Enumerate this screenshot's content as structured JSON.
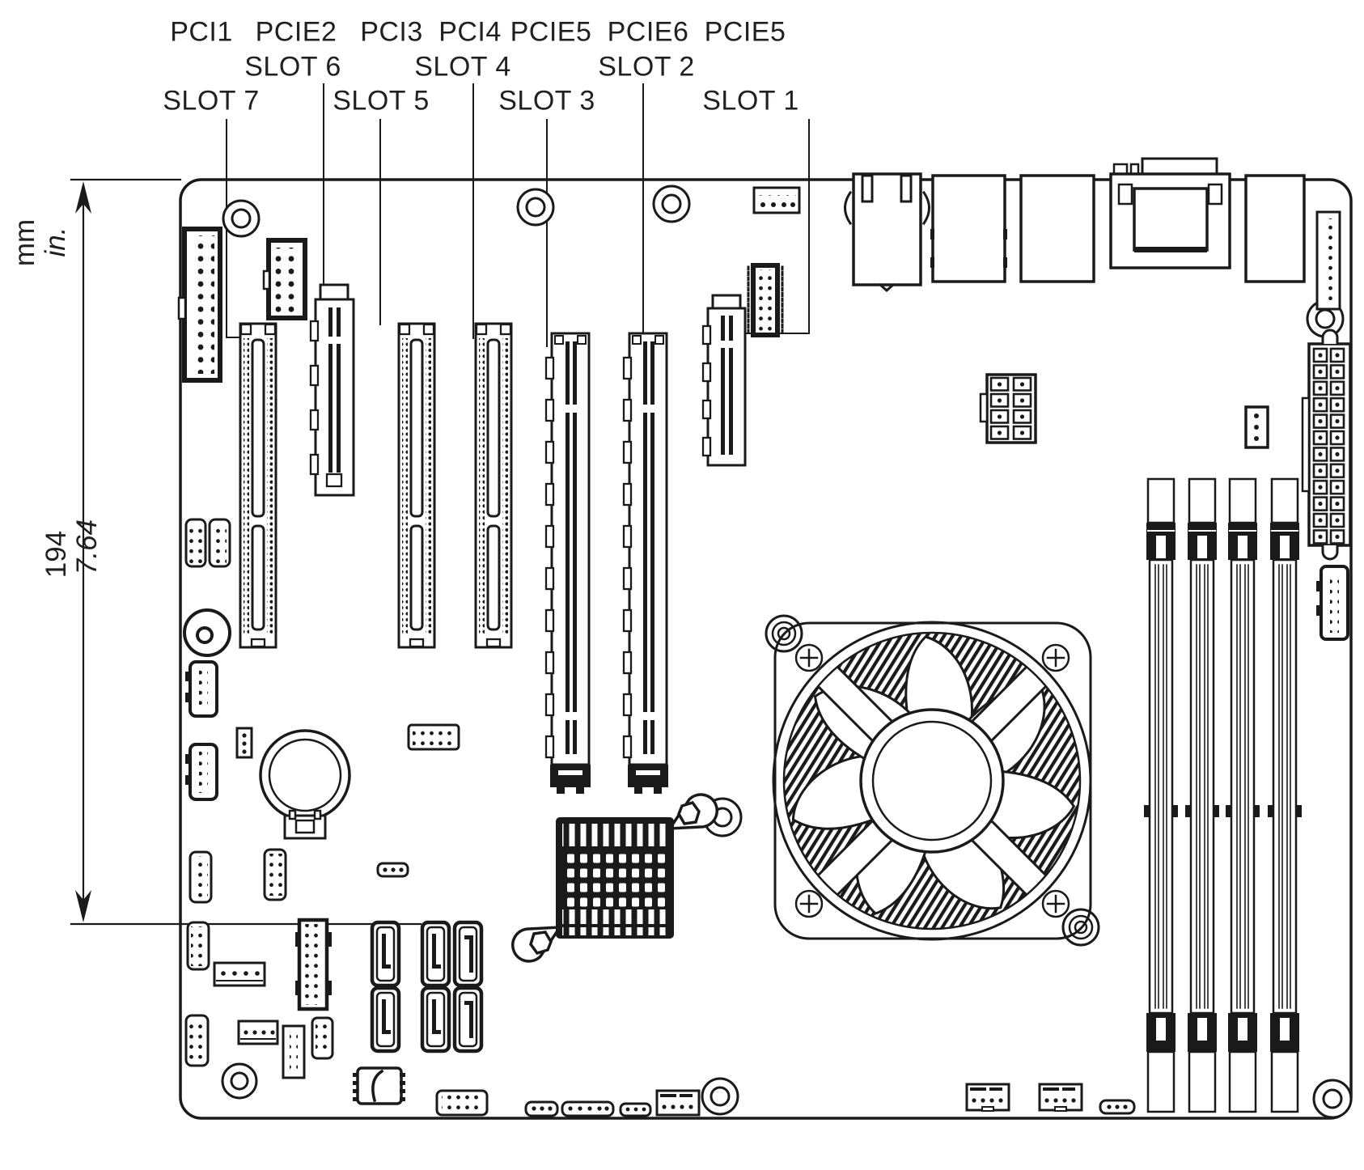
{
  "diagram": {
    "title_labels": {
      "row1": [
        "PCI1",
        "PCIE2",
        "PCI3",
        "PCI4",
        "PCIE5",
        "PCIE6",
        "PCIE5"
      ],
      "row2": [
        "SLOT 6",
        "SLOT 4",
        "SLOT 2"
      ],
      "row3": [
        "SLOT 7",
        "SLOT 5",
        "SLOT 3",
        "SLOT 1"
      ]
    },
    "dimension": {
      "unit_metric": "mm",
      "unit_imperial": "in.",
      "value_metric": "194",
      "value_imperial": "7.64"
    },
    "colors": {
      "line": "#231f20",
      "fill": "#ffffff"
    }
  }
}
